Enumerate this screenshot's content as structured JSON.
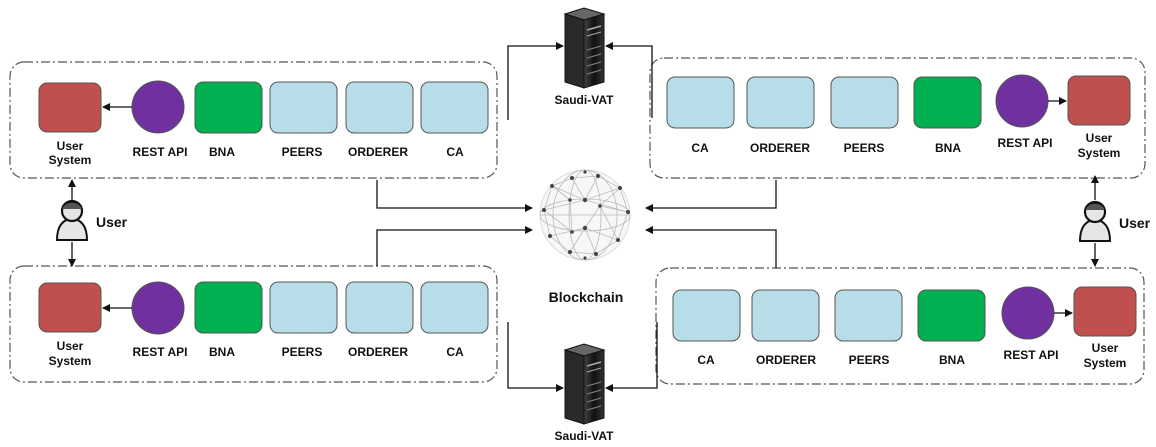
{
  "colors": {
    "user_system": "#c0504d",
    "rest_api": "#7030a0",
    "bna": "#00b050",
    "component": "#b7dee8",
    "outline": "#555555"
  },
  "labels": {
    "user_system_line1": "User",
    "user_system_line2": "System",
    "rest_api": "REST API",
    "bna": "BNA",
    "peers": "PEERS",
    "orderer": "ORDERER",
    "ca": "CA",
    "user": "User",
    "saudi_vat_top": "Saudi-VAT",
    "saudi_vat_bottom": "Saudi-VAT",
    "blockchain": "Blockchain"
  },
  "icons": [
    "server-icon",
    "user-icon",
    "blockchain-globe-icon"
  ]
}
